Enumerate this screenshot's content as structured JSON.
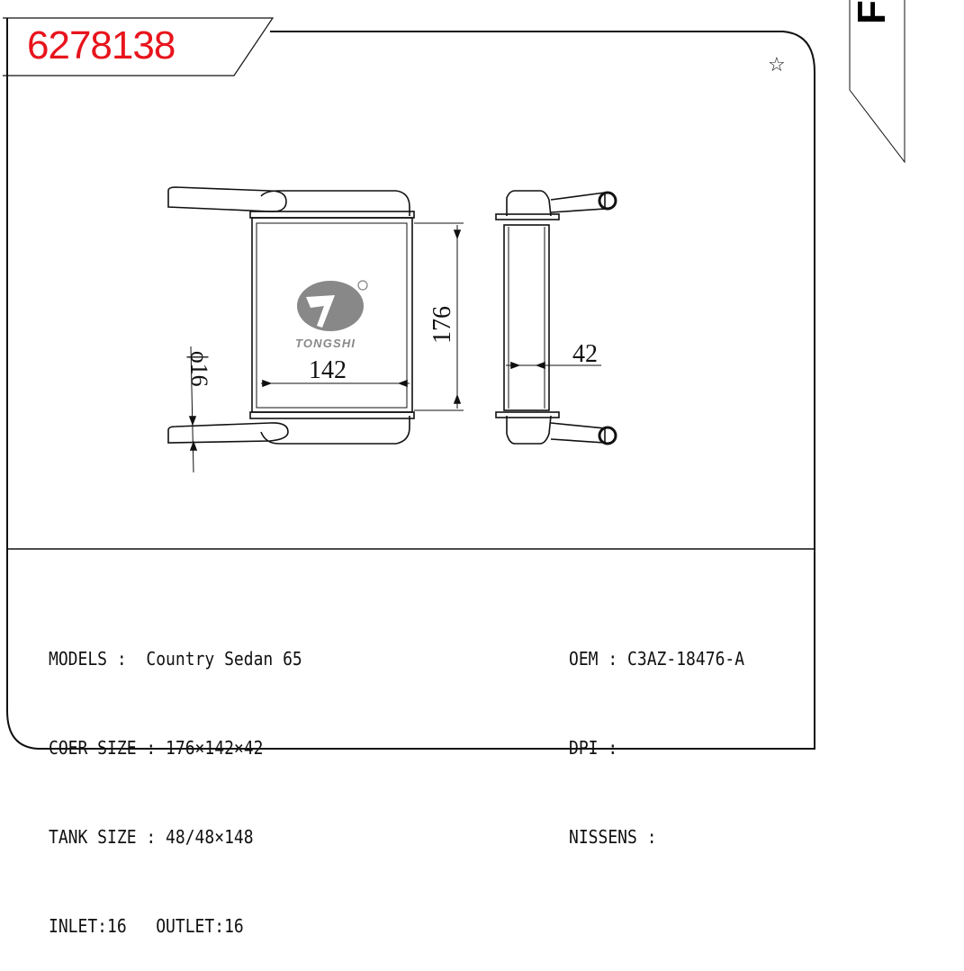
{
  "part_number": "6278138",
  "favorite_icon": "star-outline-icon",
  "drawing": {
    "brand_logo": "TONGSHI",
    "dim_height": "176",
    "dim_width": "142",
    "dim_depth": "42",
    "dim_pipe": "ϕ16"
  },
  "specs_left": [
    {
      "label": "MODELS :",
      "value": "Country Sedan 65"
    },
    {
      "label": "COER SIZE :",
      "value": "176×142×42"
    },
    {
      "label": "TANK SIZE :",
      "value": "48/48×148"
    },
    {
      "label": "INLET:16",
      "value": "OUTLET:16"
    }
  ],
  "specs_right": [
    {
      "label": "OEM :",
      "value": "C3AZ-18476-A"
    },
    {
      "label": "DPI :",
      "value": ""
    },
    {
      "label": "NISSENS :",
      "value": ""
    }
  ],
  "side_tab_letter": "F"
}
